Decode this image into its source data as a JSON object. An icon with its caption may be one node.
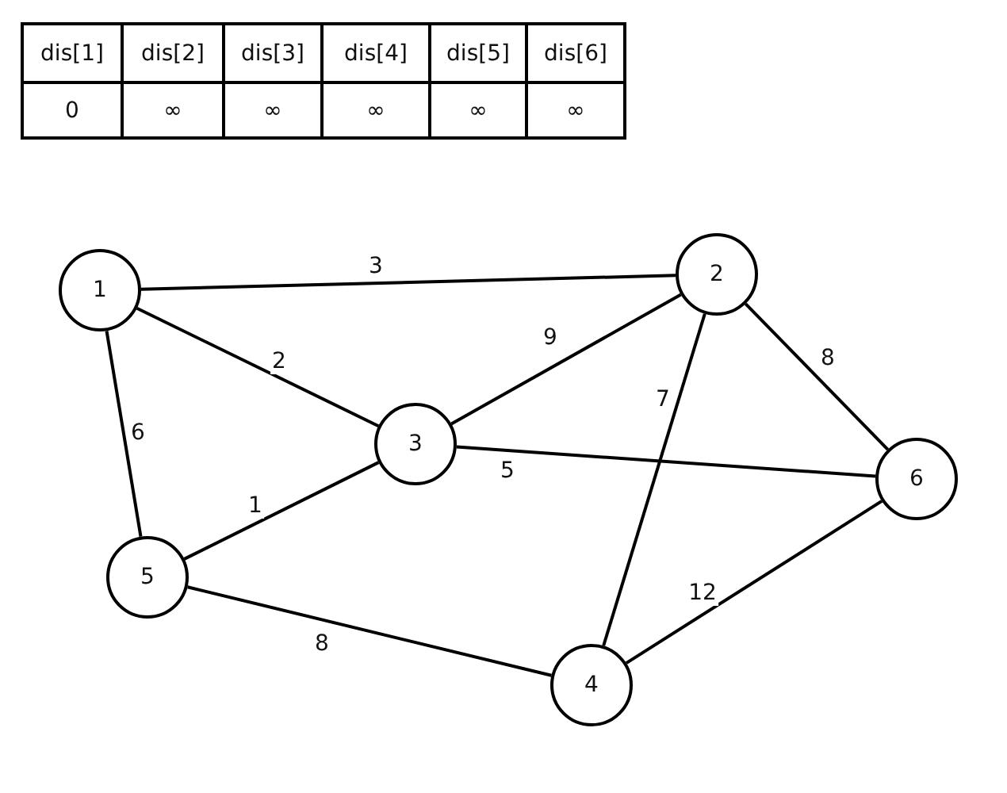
{
  "diagram": {
    "nodes": [
      {
        "text": [
          "1"
        ]
      },
      {
        "text": [
          "2"
        ]
      },
      {
        "text": [
          "3"
        ]
      },
      {
        "text": [
          "4"
        ]
      },
      {
        "text": [
          "5"
        ]
      },
      {
        "text": [
          "6"
        ]
      }
    ],
    "edges": [
      {
        "from": 0,
        "to": 1,
        "arrow": "none",
        "label": "3"
      },
      {
        "from": 0,
        "to": 2,
        "arrow": "none",
        "label": "2"
      },
      {
        "from": 0,
        "to": 4,
        "arrow": "none",
        "label": "6"
      },
      {
        "from": 1,
        "to": 2,
        "arrow": "none",
        "label": "9"
      },
      {
        "from": 1,
        "to": 3,
        "arrow": "none",
        "label": "7"
      },
      {
        "from": 1,
        "to": 5,
        "arrow": "none",
        "label": "8"
      },
      {
        "from": 2,
        "to": 5,
        "arrow": "none",
        "label": "5"
      },
      {
        "from": 2,
        "to": 4,
        "arrow": "none",
        "label": "1"
      },
      {
        "from": 4,
        "to": 3,
        "arrow": "none",
        "label": "8"
      },
      {
        "from": 3,
        "to": 5,
        "arrow": "none",
        "label": "12"
      }
    ],
    "labels": [
      "dis[1]",
      "dis[2]",
      "dis[3]",
      "dis[4]",
      "dis[5]",
      "dis[6]",
      "0",
      "∞",
      "∞",
      "∞",
      "∞",
      "∞"
    ]
  }
}
